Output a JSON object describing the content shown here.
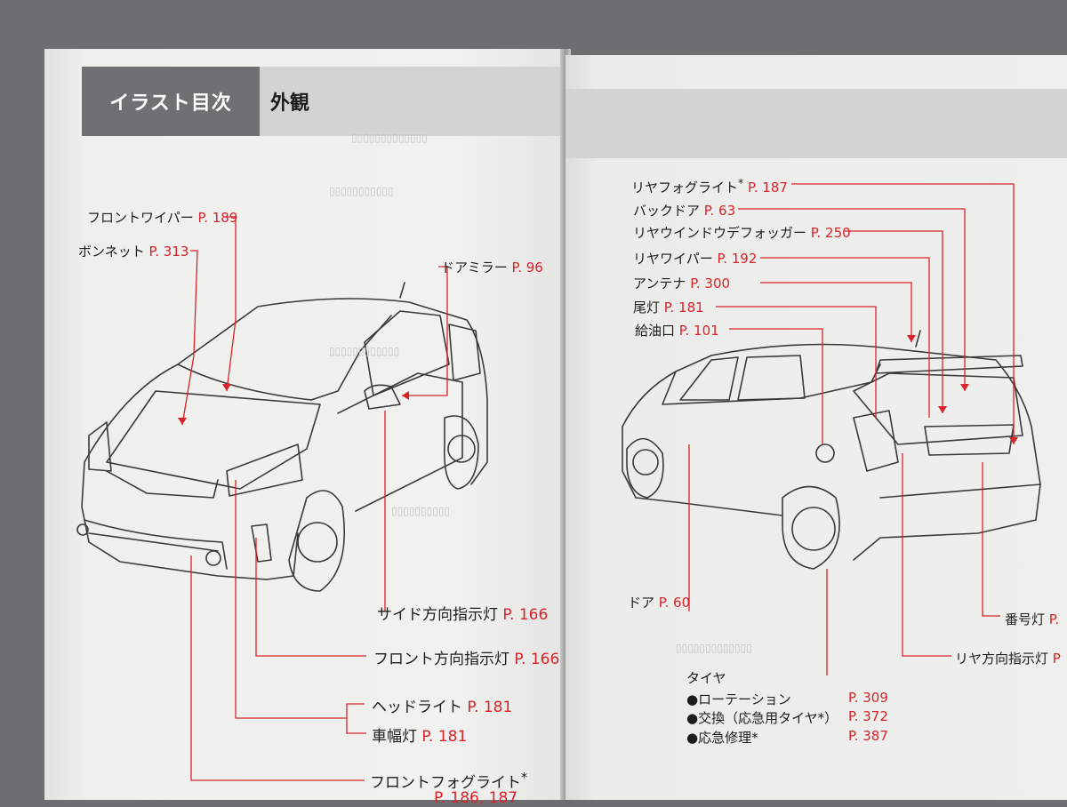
{
  "header": {
    "section_tab": "イラスト目次",
    "title": "外観"
  },
  "front_car": {
    "labels": [
      {
        "id": "front-wiper",
        "name": "フロントワイパー",
        "page": "P. 189"
      },
      {
        "id": "bonnet",
        "name": "ボンネット",
        "page": "P. 313"
      },
      {
        "id": "door-mirror",
        "name": "ドアミラー",
        "page": "P. 96"
      },
      {
        "id": "side-turn-signal",
        "name": "サイド方向指示灯",
        "page": "P. 166"
      },
      {
        "id": "front-turn-signal",
        "name": "フロント方向指示灯",
        "page": "P. 166"
      },
      {
        "id": "headlight",
        "name": "ヘッドライト",
        "page": "P. 181"
      },
      {
        "id": "clearance-light",
        "name": "車幅灯",
        "page": "P. 181"
      },
      {
        "id": "front-fog-light",
        "name": "フロントフォグライト",
        "asterisk": "*",
        "page": "P. 186, 187"
      }
    ]
  },
  "rear_car": {
    "labels": [
      {
        "id": "rear-fog-light",
        "name": "リヤフォグライト",
        "asterisk": "*",
        "page": "P. 187"
      },
      {
        "id": "back-door",
        "name": "バックドア",
        "page": "P. 63"
      },
      {
        "id": "rear-defogger",
        "name": "リヤウインドウデフォッガー",
        "page": "P. 250"
      },
      {
        "id": "rear-wiper",
        "name": "リヤワイパー",
        "page": "P. 192"
      },
      {
        "id": "antenna",
        "name": "アンテナ",
        "page": "P. 300"
      },
      {
        "id": "tail-light",
        "name": "尾灯",
        "page": "P. 181"
      },
      {
        "id": "fuel-door",
        "name": "給油口",
        "page": "P. 101"
      },
      {
        "id": "door",
        "name": "ドア",
        "page": "P. 60"
      },
      {
        "id": "license-light",
        "name": "番号灯",
        "page": "P."
      },
      {
        "id": "rear-turn-signal",
        "name": "リヤ方向指示灯",
        "page": "P"
      }
    ],
    "tire": {
      "title": "タイヤ",
      "items": [
        {
          "bullet": "●",
          "name": "ローテーション",
          "page": "P. 309"
        },
        {
          "bullet": "●",
          "name": "交換（応急用タイヤ*）",
          "page": "P. 372"
        },
        {
          "bullet": "●",
          "name": "応急修理*",
          "page": "P. 387"
        }
      ]
    }
  },
  "colors": {
    "accent_red": "#d8232a",
    "header_dark": "#707072",
    "header_light": "#d3d3d1"
  }
}
